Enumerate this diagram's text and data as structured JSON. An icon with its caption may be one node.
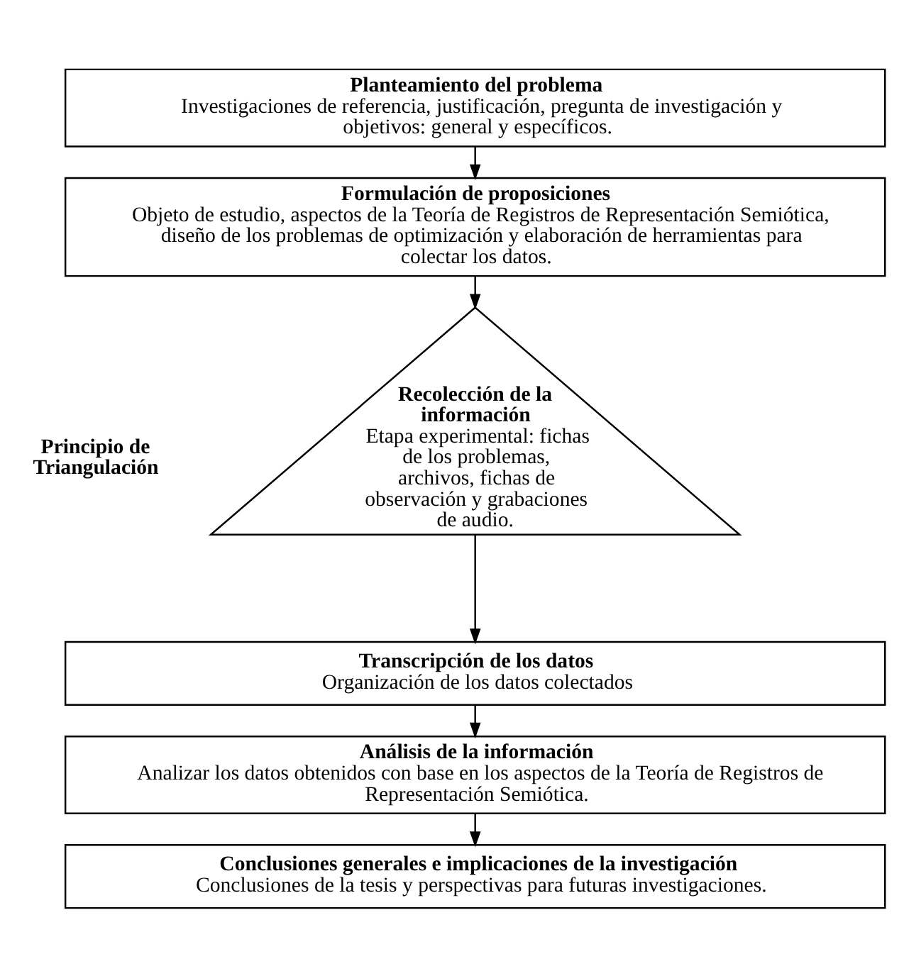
{
  "diagram": {
    "nodes": [
      {
        "text": [
          "Planteamiento del problema",
          "Investigaciones de referencia, justificación, pregunta de investigación y objetivos: general y específicos."
        ]
      },
      {
        "text": [
          "Formulación de proposiciones",
          "Objeto de estudio, aspectos de la Teoría de Registros de Representación Semiótica, diseño de los problemas de optimización y elaboración de herramientas para colectar los datos."
        ]
      },
      {
        "text": [
          "Recolección de la información",
          "Etapa experimental: fichas de los problemas, archivos, fichas de observación y grabaciones de audio."
        ],
        "beside": [
          "Principio de Triangulación"
        ]
      },
      {
        "text": [
          "Transcripción de los datos",
          "Organización de los datos colectados"
        ]
      },
      {
        "text": [
          "Análisis de la información",
          "Analizar los datos obtenidos con base en los aspectos de la Teoría de Registros de Representación Semiótica."
        ]
      },
      {
        "text": [
          "Conclusiones generales e implicaciones de la investigación",
          "Conclusiones de la tesis y perspectivas para futuras investigaciones."
        ]
      }
    ],
    "edges": [
      {
        "from": 0,
        "to": 1,
        "arrow": "to"
      },
      {
        "from": 1,
        "to": 2,
        "arrow": "to"
      },
      {
        "from": 2,
        "to": 3,
        "arrow": "to"
      },
      {
        "from": 3,
        "to": 4,
        "arrow": "to"
      },
      {
        "from": 4,
        "to": 5,
        "arrow": "to"
      }
    ]
  }
}
